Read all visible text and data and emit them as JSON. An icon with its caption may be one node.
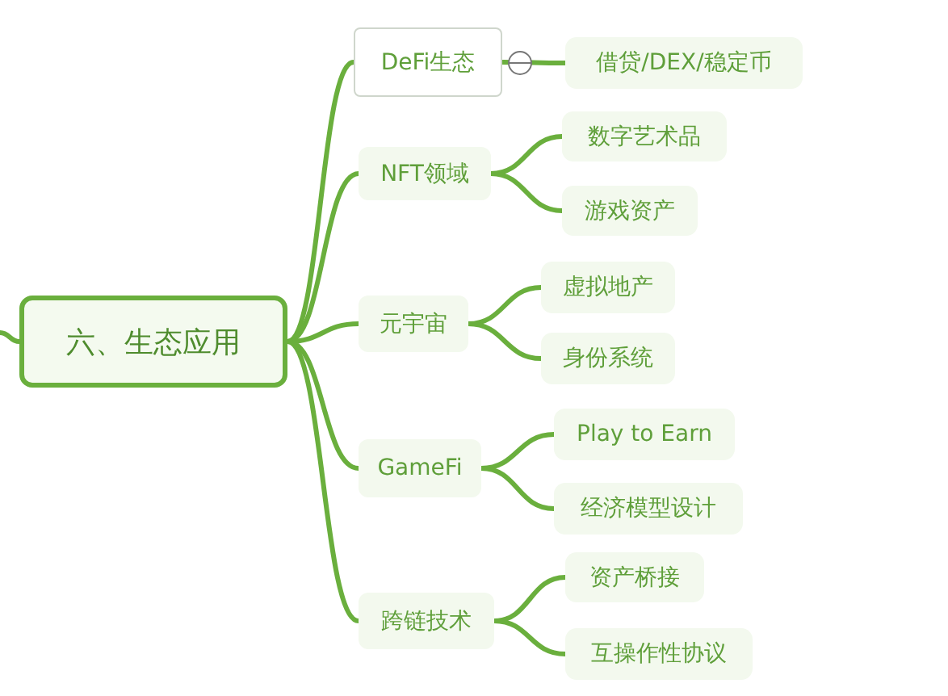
{
  "diagram": {
    "nodes": [
      {
        "text": [
          "六、生态应用"
        ]
      },
      {
        "text": [
          "DeFi生态"
        ]
      },
      {
        "text": [
          "借贷/DEX/稳定币"
        ]
      },
      {
        "text": [
          "NFT领域"
        ]
      },
      {
        "text": [
          "数字艺术品"
        ]
      },
      {
        "text": [
          "游戏资产"
        ]
      },
      {
        "text": [
          "元宇宙"
        ]
      },
      {
        "text": [
          "虚拟地产"
        ]
      },
      {
        "text": [
          "身份系统"
        ]
      },
      {
        "text": [
          "GameFi"
        ]
      },
      {
        "text": [
          "Play to Earn"
        ]
      },
      {
        "text": [
          "经济模型设计"
        ]
      },
      {
        "text": [
          "跨链技术"
        ]
      },
      {
        "text": [
          "资产桥接"
        ]
      },
      {
        "text": [
          "互操作性协议"
        ]
      }
    ],
    "edges": [
      {
        "from": null,
        "to": 0,
        "arrow": "none"
      },
      {
        "from": 0,
        "to": 1,
        "arrow": "none"
      },
      {
        "from": 0,
        "to": 3,
        "arrow": "none"
      },
      {
        "from": 0,
        "to": 6,
        "arrow": "none"
      },
      {
        "from": 0,
        "to": 9,
        "arrow": "none"
      },
      {
        "from": 0,
        "to": 12,
        "arrow": "none"
      },
      {
        "from": 1,
        "to": 2,
        "arrow": "none"
      },
      {
        "from": 3,
        "to": 4,
        "arrow": "none"
      },
      {
        "from": 3,
        "to": 5,
        "arrow": "none"
      },
      {
        "from": 6,
        "to": 7,
        "arrow": "none"
      },
      {
        "from": 6,
        "to": 8,
        "arrow": "none"
      },
      {
        "from": 9,
        "to": 10,
        "arrow": "none"
      },
      {
        "from": 9,
        "to": 11,
        "arrow": "none"
      },
      {
        "from": 12,
        "to": 13,
        "arrow": "none"
      },
      {
        "from": 12,
        "to": 14,
        "arrow": "none"
      }
    ]
  }
}
